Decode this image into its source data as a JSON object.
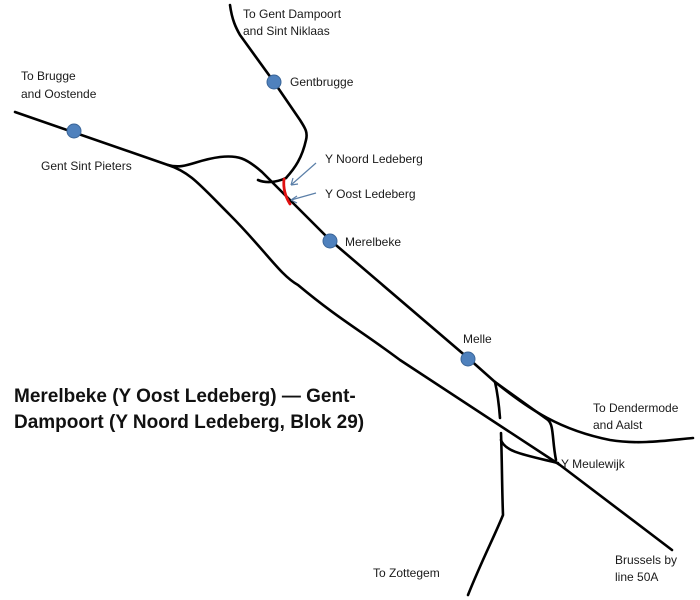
{
  "diagram": {
    "title_line1": "Merelbeke (Y Oost Ledeberg) — Gent-",
    "title_line2": "Dampoort (Y Noord Ledeberg, Blok 29)",
    "stations": [
      {
        "name": "Gent Sint Pieters"
      },
      {
        "name": "Gentbrugge"
      },
      {
        "name": "Merelbeke"
      },
      {
        "name": "Melle"
      }
    ],
    "junctions": [
      {
        "name": "Y Noord Ledeberg"
      },
      {
        "name": "Y Oost Ledeberg"
      },
      {
        "name": "Y Meulewijk"
      }
    ],
    "destinations": {
      "gent_dampoort_1": "To Gent Dampoort",
      "gent_dampoort_2": "and Sint Niklaas",
      "brugge_1": "To Brugge",
      "brugge_2": "and Oostende",
      "dendermonde_1": "To Dendermode",
      "dendermonde_2": "and Aalst",
      "zottegem": "To Zottegem",
      "brussels_1": "Brussels by",
      "brussels_2": "line 50A"
    },
    "colors": {
      "track": "#000000",
      "highlight": "#e01010",
      "station": "#4f81bd",
      "arrow": "#5b7fa8"
    }
  }
}
